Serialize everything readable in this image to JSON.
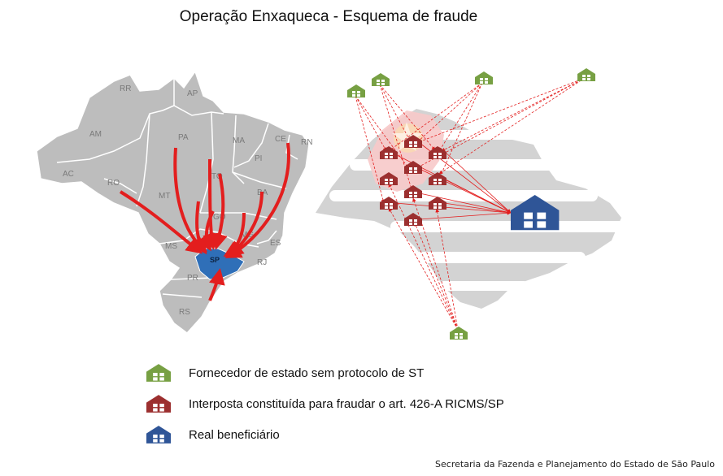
{
  "title": "Operação Enxaqueca - Esquema de fraude",
  "credit": "Secretaria da Fazenda e Planejamento do Estado de São Paulo",
  "colors": {
    "supplier": "#77a043",
    "intermediary": "#9c2f2f",
    "beneficiary": "#2f5597",
    "flow_arrow": "#e31e1e",
    "map_fill": "#bdbdbd",
    "sp_fill": "#2f6fb8"
  },
  "map_labels": {
    "rr": "RR",
    "ap": "AP",
    "am": "AM",
    "pa": "PA",
    "ma": "MA",
    "ce": "CE",
    "pi": "PI",
    "ac": "AC",
    "ro": "RO",
    "to": "TO",
    "mt": "MT",
    "ba": "BA",
    "go": "GO",
    "mg": "MG",
    "ms": "MS",
    "es": "ES",
    "rj": "RJ",
    "sp": "SP",
    "pr": "PR",
    "rs": "RS",
    "rn": "RN"
  },
  "legend": [
    {
      "icon": "supplier-warehouse-icon",
      "color": "#77a043",
      "label": "Fornecedor de estado sem protocolo de ST"
    },
    {
      "icon": "intermediary-warehouse-icon",
      "color": "#9c2f2f",
      "label": "Interposta constituída para fraudar o art. 426-A RICMS/SP"
    },
    {
      "icon": "beneficiary-warehouse-icon",
      "color": "#2f5597",
      "label": "Real beneficiário"
    }
  ]
}
